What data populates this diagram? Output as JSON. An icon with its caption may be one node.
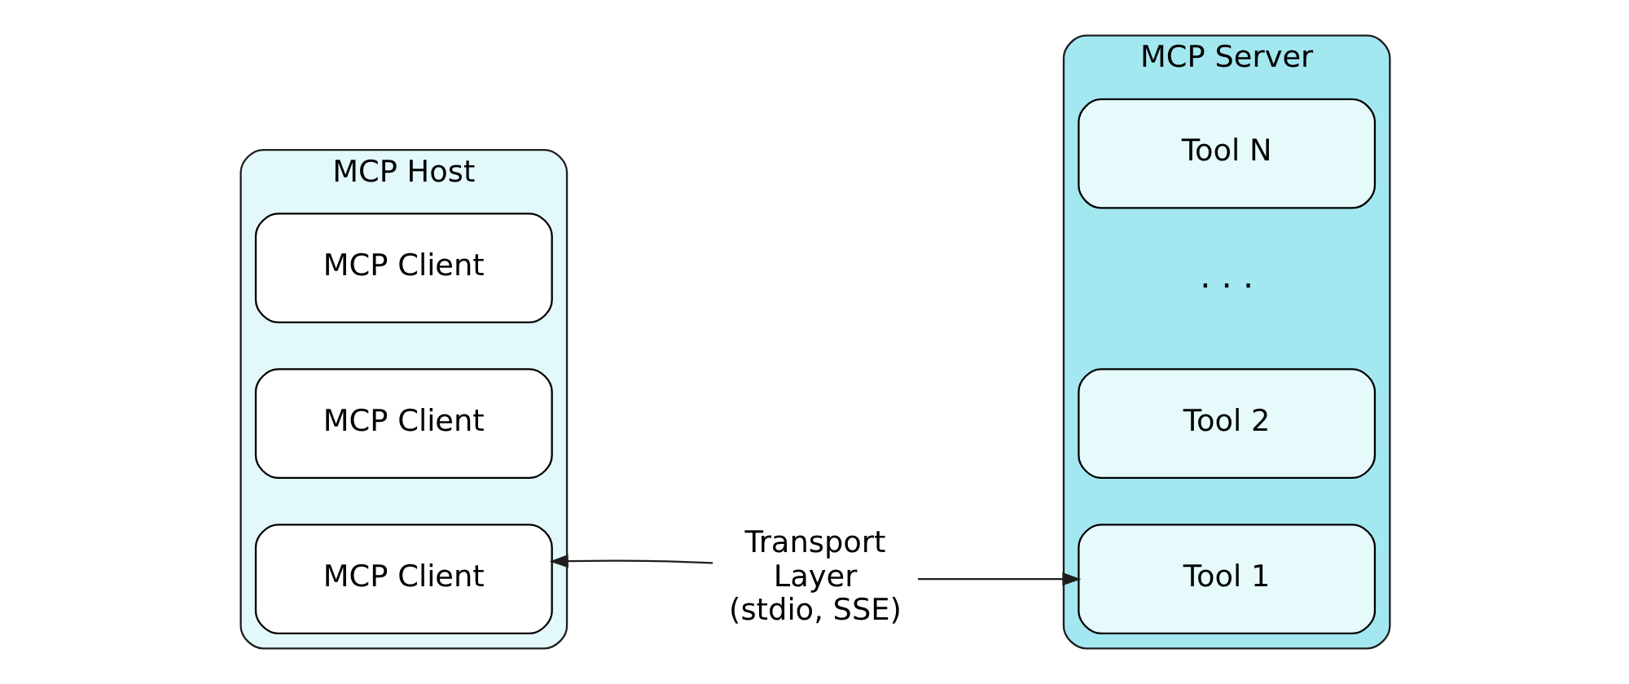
{
  "diagram": {
    "nodes": [
      {
        "text": [
          "MCP Host"
        ]
      },
      {
        "text": [
          "MCP Client"
        ],
        "in": 0
      },
      {
        "text": [
          "MCP Client"
        ],
        "in": 0
      },
      {
        "text": [
          "MCP Client"
        ],
        "in": 0
      },
      {
        "text": [
          "Transport Layer (stdio, SSE)"
        ]
      },
      {
        "text": [
          "MCP Server"
        ]
      },
      {
        "text": [
          "Tool 1"
        ],
        "in": 5
      },
      {
        "text": [
          "Tool 2"
        ],
        "in": 5
      },
      {
        "text": [
          "Tool N"
        ],
        "in": 5
      }
    ],
    "edges": [
      {
        "from": 4,
        "to": 1,
        "arrow": "to"
      },
      {
        "from": 4,
        "to": 6,
        "arrow": "to"
      }
    ],
    "labels": [
      "· · ·"
    ]
  }
}
